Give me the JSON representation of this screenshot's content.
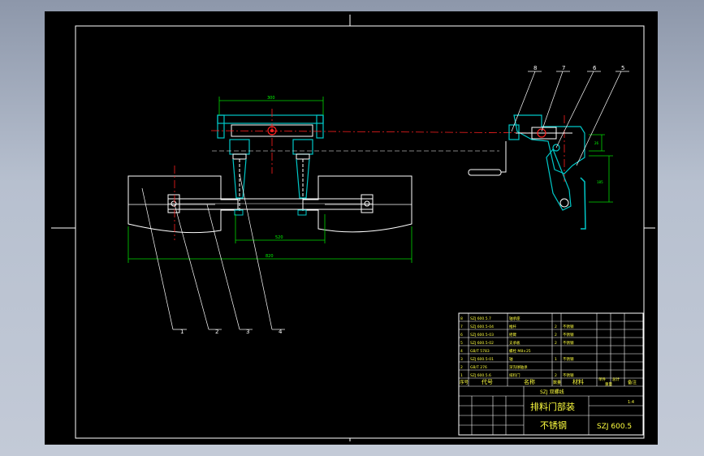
{
  "drawing": {
    "balloons": [
      "1",
      "2",
      "3",
      "4",
      "5",
      "6",
      "7",
      "8"
    ],
    "dimensions": {
      "top_width": "300",
      "middle_width": "520",
      "overall_width": "820",
      "right_small": "26",
      "right_height": "185"
    }
  },
  "title_block": {
    "parts_header": {
      "no": "序号",
      "code": "代号",
      "name": "名称",
      "qty": "数量",
      "material": "材料",
      "unit_weight": "单件",
      "total_weight": "总计",
      "weight_label": "重量",
      "remarks": "备注"
    },
    "parts": [
      {
        "no": "8",
        "code": "SZJ 600.5.7",
        "name": "轴承座",
        "qty": "",
        "material": ""
      },
      {
        "no": "7",
        "code": "SZJ 600.5-04",
        "name": "推杆",
        "qty": "2",
        "material": "不锈钢"
      },
      {
        "no": "6",
        "code": "SZJ 600.5-03",
        "name": "摇臂",
        "qty": "2",
        "material": "不锈钢"
      },
      {
        "no": "5",
        "code": "SZJ 600.5-02",
        "name": "支承板",
        "qty": "2",
        "material": "不锈钢"
      },
      {
        "no": "4",
        "code": "GB/T 5783",
        "name": "螺栓 M8×25",
        "qty": "",
        "material": ""
      },
      {
        "no": "3",
        "code": "SZJ 600.5-01",
        "name": "轴",
        "qty": "1",
        "material": "不锈钢"
      },
      {
        "no": "2",
        "code": "GB/T 276",
        "name": "深沟球轴承",
        "qty": "",
        "material": ""
      },
      {
        "no": "1",
        "code": "SZJ 600.5.6",
        "name": "排料门",
        "qty": "2",
        "material": "不锈钢"
      }
    ],
    "company": "SZJ 双螺线",
    "drawing_title": "排料门部装",
    "material": "不锈钢",
    "drawing_number": "SZJ 600.5",
    "scale": "1:4"
  }
}
